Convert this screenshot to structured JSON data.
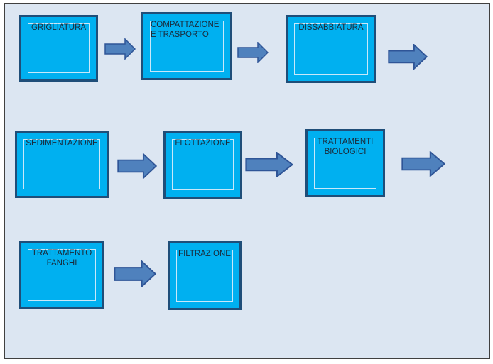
{
  "colors": {
    "background": "#dce6f2",
    "node_fill": "#00b0f0",
    "node_border": "#1f4e79",
    "arrow_fill": "#4f81bd",
    "arrow_stroke": "#2f5597"
  },
  "diagram": {
    "nodes": [
      {
        "label": "GRIGLIATURA"
      },
      {
        "label": "COMPATTAZIONE\nE TRASPORTO"
      },
      {
        "label": "DISSABBIATURA"
      },
      {
        "label": "SEDIMENTAZIONE"
      },
      {
        "label": "FLOTTAZIONE"
      },
      {
        "label": "TRATTAMENTI\nBIOLOGICI"
      },
      {
        "label": "TRATTAMENTO\nFANGHI"
      },
      {
        "label": "FILTRAZIONE"
      }
    ]
  }
}
